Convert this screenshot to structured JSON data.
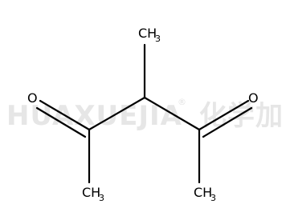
{
  "molecule": {
    "name": "3-methylpentane-2,4-dione",
    "atoms": [
      {
        "id": "O1",
        "label": "O",
        "sub": ""
      },
      {
        "id": "O2",
        "label": "O",
        "sub": ""
      },
      {
        "id": "C1",
        "label": "CH",
        "sub": "3"
      },
      {
        "id": "C5",
        "label": "CH",
        "sub": "3"
      },
      {
        "id": "Cme",
        "label": "CH",
        "sub": "3"
      }
    ],
    "bonds": [
      {
        "from": "C3",
        "to": "Cme",
        "order": 1
      },
      {
        "from": "C3",
        "to": "C2",
        "order": 1
      },
      {
        "from": "C3",
        "to": "C4",
        "order": 1
      },
      {
        "from": "C2",
        "to": "O1",
        "order": 2
      },
      {
        "from": "C2",
        "to": "C1",
        "order": 1
      },
      {
        "from": "C4",
        "to": "O2",
        "order": 2
      },
      {
        "from": "C4",
        "to": "C5",
        "order": 1
      }
    ]
  },
  "watermark": {
    "text": "HUAXUEJIA",
    "registered": "®",
    "cjk": "化学加"
  }
}
